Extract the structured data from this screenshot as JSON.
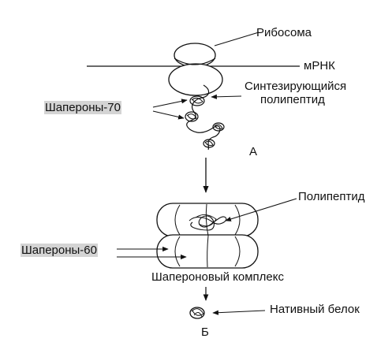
{
  "labels": {
    "ribosome": "Рибосома",
    "mrna": "мРНК",
    "synth_line1": "Синтезирующийся",
    "synth_line2": "полипептид",
    "chaperones70": "Шапероны-70",
    "panel_a": "А",
    "polypeptide": "Полипептид",
    "chaperones60": "Шапероны-60",
    "chaperone_complex": "Шапероновый комплекс",
    "native_protein": "Нативный белок",
    "panel_b": "Б"
  },
  "colors": {
    "ink": "#111111",
    "highlight": "#d4d4d4"
  }
}
